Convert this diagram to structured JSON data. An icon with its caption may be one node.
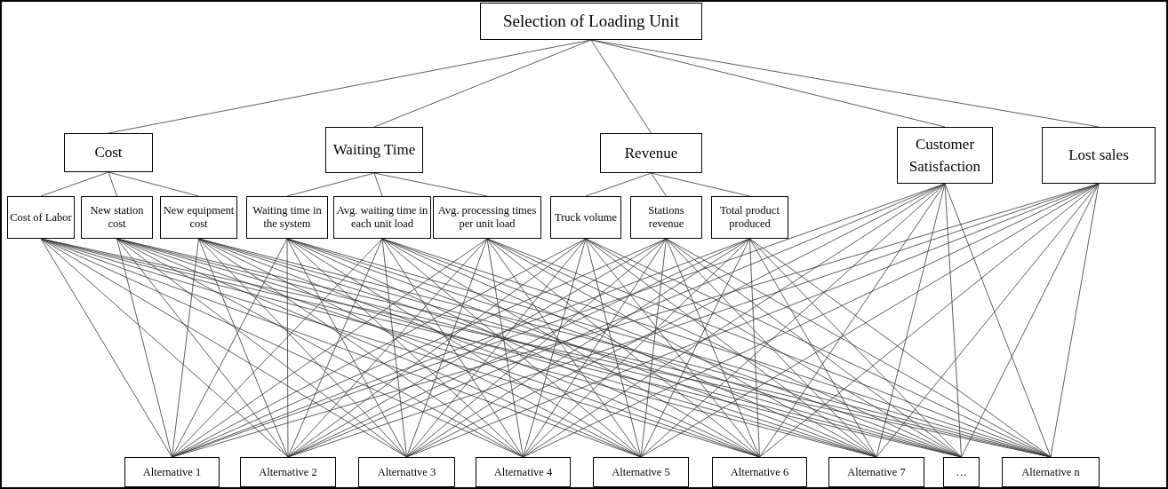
{
  "diagram": {
    "nodes": [
      {
        "text": [
          "Selection of Loading Unit"
        ]
      },
      {
        "text": [
          "Cost"
        ]
      },
      {
        "text": [
          "Waiting Time"
        ]
      },
      {
        "text": [
          "Revenue"
        ]
      },
      {
        "text": [
          "Customer Satisfaction"
        ]
      },
      {
        "text": [
          "Lost sales"
        ]
      },
      {
        "text": [
          "Cost of Labor"
        ]
      },
      {
        "text": [
          "New station cost"
        ]
      },
      {
        "text": [
          "New equipment cost"
        ]
      },
      {
        "text": [
          "Waiting time in the system"
        ]
      },
      {
        "text": [
          "Avg. waiting time in each unit load"
        ]
      },
      {
        "text": [
          "Avg. processing times per unit load"
        ]
      },
      {
        "text": [
          "Truck volume"
        ]
      },
      {
        "text": [
          "Stations revenue"
        ]
      },
      {
        "text": [
          "Total product produced"
        ]
      },
      {
        "text": [
          "Alternative 1"
        ]
      },
      {
        "text": [
          "Alternative 2"
        ]
      },
      {
        "text": [
          "Alternative 3"
        ]
      },
      {
        "text": [
          "Alternative 4"
        ]
      },
      {
        "text": [
          "Alternative 5"
        ]
      },
      {
        "text": [
          "Alternative 6"
        ]
      },
      {
        "text": [
          "Alternative 7"
        ]
      },
      {
        "text": [
          "…"
        ]
      },
      {
        "text": [
          "Alternative n"
        ]
      }
    ],
    "edges": [
      {
        "from": 0,
        "to": 1,
        "arrow": "none"
      },
      {
        "from": 0,
        "to": 2,
        "arrow": "none"
      },
      {
        "from": 0,
        "to": 3,
        "arrow": "none"
      },
      {
        "from": 0,
        "to": 4,
        "arrow": "none"
      },
      {
        "from": 0,
        "to": 5,
        "arrow": "none"
      },
      {
        "from": 1,
        "to": 6,
        "arrow": "none"
      },
      {
        "from": 1,
        "to": 7,
        "arrow": "none"
      },
      {
        "from": 1,
        "to": 8,
        "arrow": "none"
      },
      {
        "from": 2,
        "to": 9,
        "arrow": "none"
      },
      {
        "from": 2,
        "to": 10,
        "arrow": "none"
      },
      {
        "from": 2,
        "to": 11,
        "arrow": "none"
      },
      {
        "from": 3,
        "to": 12,
        "arrow": "none"
      },
      {
        "from": 3,
        "to": 13,
        "arrow": "none"
      },
      {
        "from": 3,
        "to": 14,
        "arrow": "none"
      },
      {
        "from": 6,
        "to": 15,
        "arrow": "none"
      },
      {
        "from": 6,
        "to": 16,
        "arrow": "none"
      },
      {
        "from": 6,
        "to": 17,
        "arrow": "none"
      },
      {
        "from": 6,
        "to": 18,
        "arrow": "none"
      },
      {
        "from": 6,
        "to": 19,
        "arrow": "none"
      },
      {
        "from": 6,
        "to": 20,
        "arrow": "none"
      },
      {
        "from": 6,
        "to": 21,
        "arrow": "none"
      },
      {
        "from": 6,
        "to": 22,
        "arrow": "none"
      },
      {
        "from": 6,
        "to": 23,
        "arrow": "none"
      },
      {
        "from": 7,
        "to": 15,
        "arrow": "none"
      },
      {
        "from": 7,
        "to": 16,
        "arrow": "none"
      },
      {
        "from": 7,
        "to": 17,
        "arrow": "none"
      },
      {
        "from": 7,
        "to": 18,
        "arrow": "none"
      },
      {
        "from": 7,
        "to": 19,
        "arrow": "none"
      },
      {
        "from": 7,
        "to": 20,
        "arrow": "none"
      },
      {
        "from": 7,
        "to": 21,
        "arrow": "none"
      },
      {
        "from": 7,
        "to": 22,
        "arrow": "none"
      },
      {
        "from": 7,
        "to": 23,
        "arrow": "none"
      },
      {
        "from": 8,
        "to": 15,
        "arrow": "none"
      },
      {
        "from": 8,
        "to": 16,
        "arrow": "none"
      },
      {
        "from": 8,
        "to": 17,
        "arrow": "none"
      },
      {
        "from": 8,
        "to": 18,
        "arrow": "none"
      },
      {
        "from": 8,
        "to": 19,
        "arrow": "none"
      },
      {
        "from": 8,
        "to": 20,
        "arrow": "none"
      },
      {
        "from": 8,
        "to": 21,
        "arrow": "none"
      },
      {
        "from": 8,
        "to": 22,
        "arrow": "none"
      },
      {
        "from": 8,
        "to": 23,
        "arrow": "none"
      },
      {
        "from": 9,
        "to": 15,
        "arrow": "none"
      },
      {
        "from": 9,
        "to": 16,
        "arrow": "none"
      },
      {
        "from": 9,
        "to": 17,
        "arrow": "none"
      },
      {
        "from": 9,
        "to": 18,
        "arrow": "none"
      },
      {
        "from": 9,
        "to": 19,
        "arrow": "none"
      },
      {
        "from": 9,
        "to": 20,
        "arrow": "none"
      },
      {
        "from": 9,
        "to": 21,
        "arrow": "none"
      },
      {
        "from": 9,
        "to": 22,
        "arrow": "none"
      },
      {
        "from": 9,
        "to": 23,
        "arrow": "none"
      },
      {
        "from": 10,
        "to": 15,
        "arrow": "none"
      },
      {
        "from": 10,
        "to": 16,
        "arrow": "none"
      },
      {
        "from": 10,
        "to": 17,
        "arrow": "none"
      },
      {
        "from": 10,
        "to": 18,
        "arrow": "none"
      },
      {
        "from": 10,
        "to": 19,
        "arrow": "none"
      },
      {
        "from": 10,
        "to": 20,
        "arrow": "none"
      },
      {
        "from": 10,
        "to": 21,
        "arrow": "none"
      },
      {
        "from": 10,
        "to": 22,
        "arrow": "none"
      },
      {
        "from": 10,
        "to": 23,
        "arrow": "none"
      },
      {
        "from": 11,
        "to": 15,
        "arrow": "none"
      },
      {
        "from": 11,
        "to": 16,
        "arrow": "none"
      },
      {
        "from": 11,
        "to": 17,
        "arrow": "none"
      },
      {
        "from": 11,
        "to": 18,
        "arrow": "none"
      },
      {
        "from": 11,
        "to": 19,
        "arrow": "none"
      },
      {
        "from": 11,
        "to": 20,
        "arrow": "none"
      },
      {
        "from": 11,
        "to": 21,
        "arrow": "none"
      },
      {
        "from": 11,
        "to": 22,
        "arrow": "none"
      },
      {
        "from": 11,
        "to": 23,
        "arrow": "none"
      },
      {
        "from": 12,
        "to": 15,
        "arrow": "none"
      },
      {
        "from": 12,
        "to": 16,
        "arrow": "none"
      },
      {
        "from": 12,
        "to": 17,
        "arrow": "none"
      },
      {
        "from": 12,
        "to": 18,
        "arrow": "none"
      },
      {
        "from": 12,
        "to": 19,
        "arrow": "none"
      },
      {
        "from": 12,
        "to": 20,
        "arrow": "none"
      },
      {
        "from": 12,
        "to": 21,
        "arrow": "none"
      },
      {
        "from": 12,
        "to": 22,
        "arrow": "none"
      },
      {
        "from": 12,
        "to": 23,
        "arrow": "none"
      },
      {
        "from": 13,
        "to": 15,
        "arrow": "none"
      },
      {
        "from": 13,
        "to": 16,
        "arrow": "none"
      },
      {
        "from": 13,
        "to": 17,
        "arrow": "none"
      },
      {
        "from": 13,
        "to": 18,
        "arrow": "none"
      },
      {
        "from": 13,
        "to": 19,
        "arrow": "none"
      },
      {
        "from": 13,
        "to": 20,
        "arrow": "none"
      },
      {
        "from": 13,
        "to": 21,
        "arrow": "none"
      },
      {
        "from": 13,
        "to": 22,
        "arrow": "none"
      },
      {
        "from": 13,
        "to": 23,
        "arrow": "none"
      },
      {
        "from": 14,
        "to": 15,
        "arrow": "none"
      },
      {
        "from": 14,
        "to": 16,
        "arrow": "none"
      },
      {
        "from": 14,
        "to": 17,
        "arrow": "none"
      },
      {
        "from": 14,
        "to": 18,
        "arrow": "none"
      },
      {
        "from": 14,
        "to": 19,
        "arrow": "none"
      },
      {
        "from": 14,
        "to": 20,
        "arrow": "none"
      },
      {
        "from": 14,
        "to": 21,
        "arrow": "none"
      },
      {
        "from": 14,
        "to": 22,
        "arrow": "none"
      },
      {
        "from": 14,
        "to": 23,
        "arrow": "none"
      },
      {
        "from": 4,
        "to": 15,
        "arrow": "none"
      },
      {
        "from": 4,
        "to": 16,
        "arrow": "none"
      },
      {
        "from": 4,
        "to": 17,
        "arrow": "none"
      },
      {
        "from": 4,
        "to": 18,
        "arrow": "none"
      },
      {
        "from": 4,
        "to": 19,
        "arrow": "none"
      },
      {
        "from": 4,
        "to": 20,
        "arrow": "none"
      },
      {
        "from": 4,
        "to": 21,
        "arrow": "none"
      },
      {
        "from": 4,
        "to": 22,
        "arrow": "none"
      },
      {
        "from": 4,
        "to": 23,
        "arrow": "none"
      },
      {
        "from": 5,
        "to": 15,
        "arrow": "none"
      },
      {
        "from": 5,
        "to": 16,
        "arrow": "none"
      },
      {
        "from": 5,
        "to": 17,
        "arrow": "none"
      },
      {
        "from": 5,
        "to": 18,
        "arrow": "none"
      },
      {
        "from": 5,
        "to": 19,
        "arrow": "none"
      },
      {
        "from": 5,
        "to": 20,
        "arrow": "none"
      },
      {
        "from": 5,
        "to": 21,
        "arrow": "none"
      },
      {
        "from": 5,
        "to": 22,
        "arrow": "none"
      },
      {
        "from": 5,
        "to": 23,
        "arrow": "none"
      }
    ]
  }
}
